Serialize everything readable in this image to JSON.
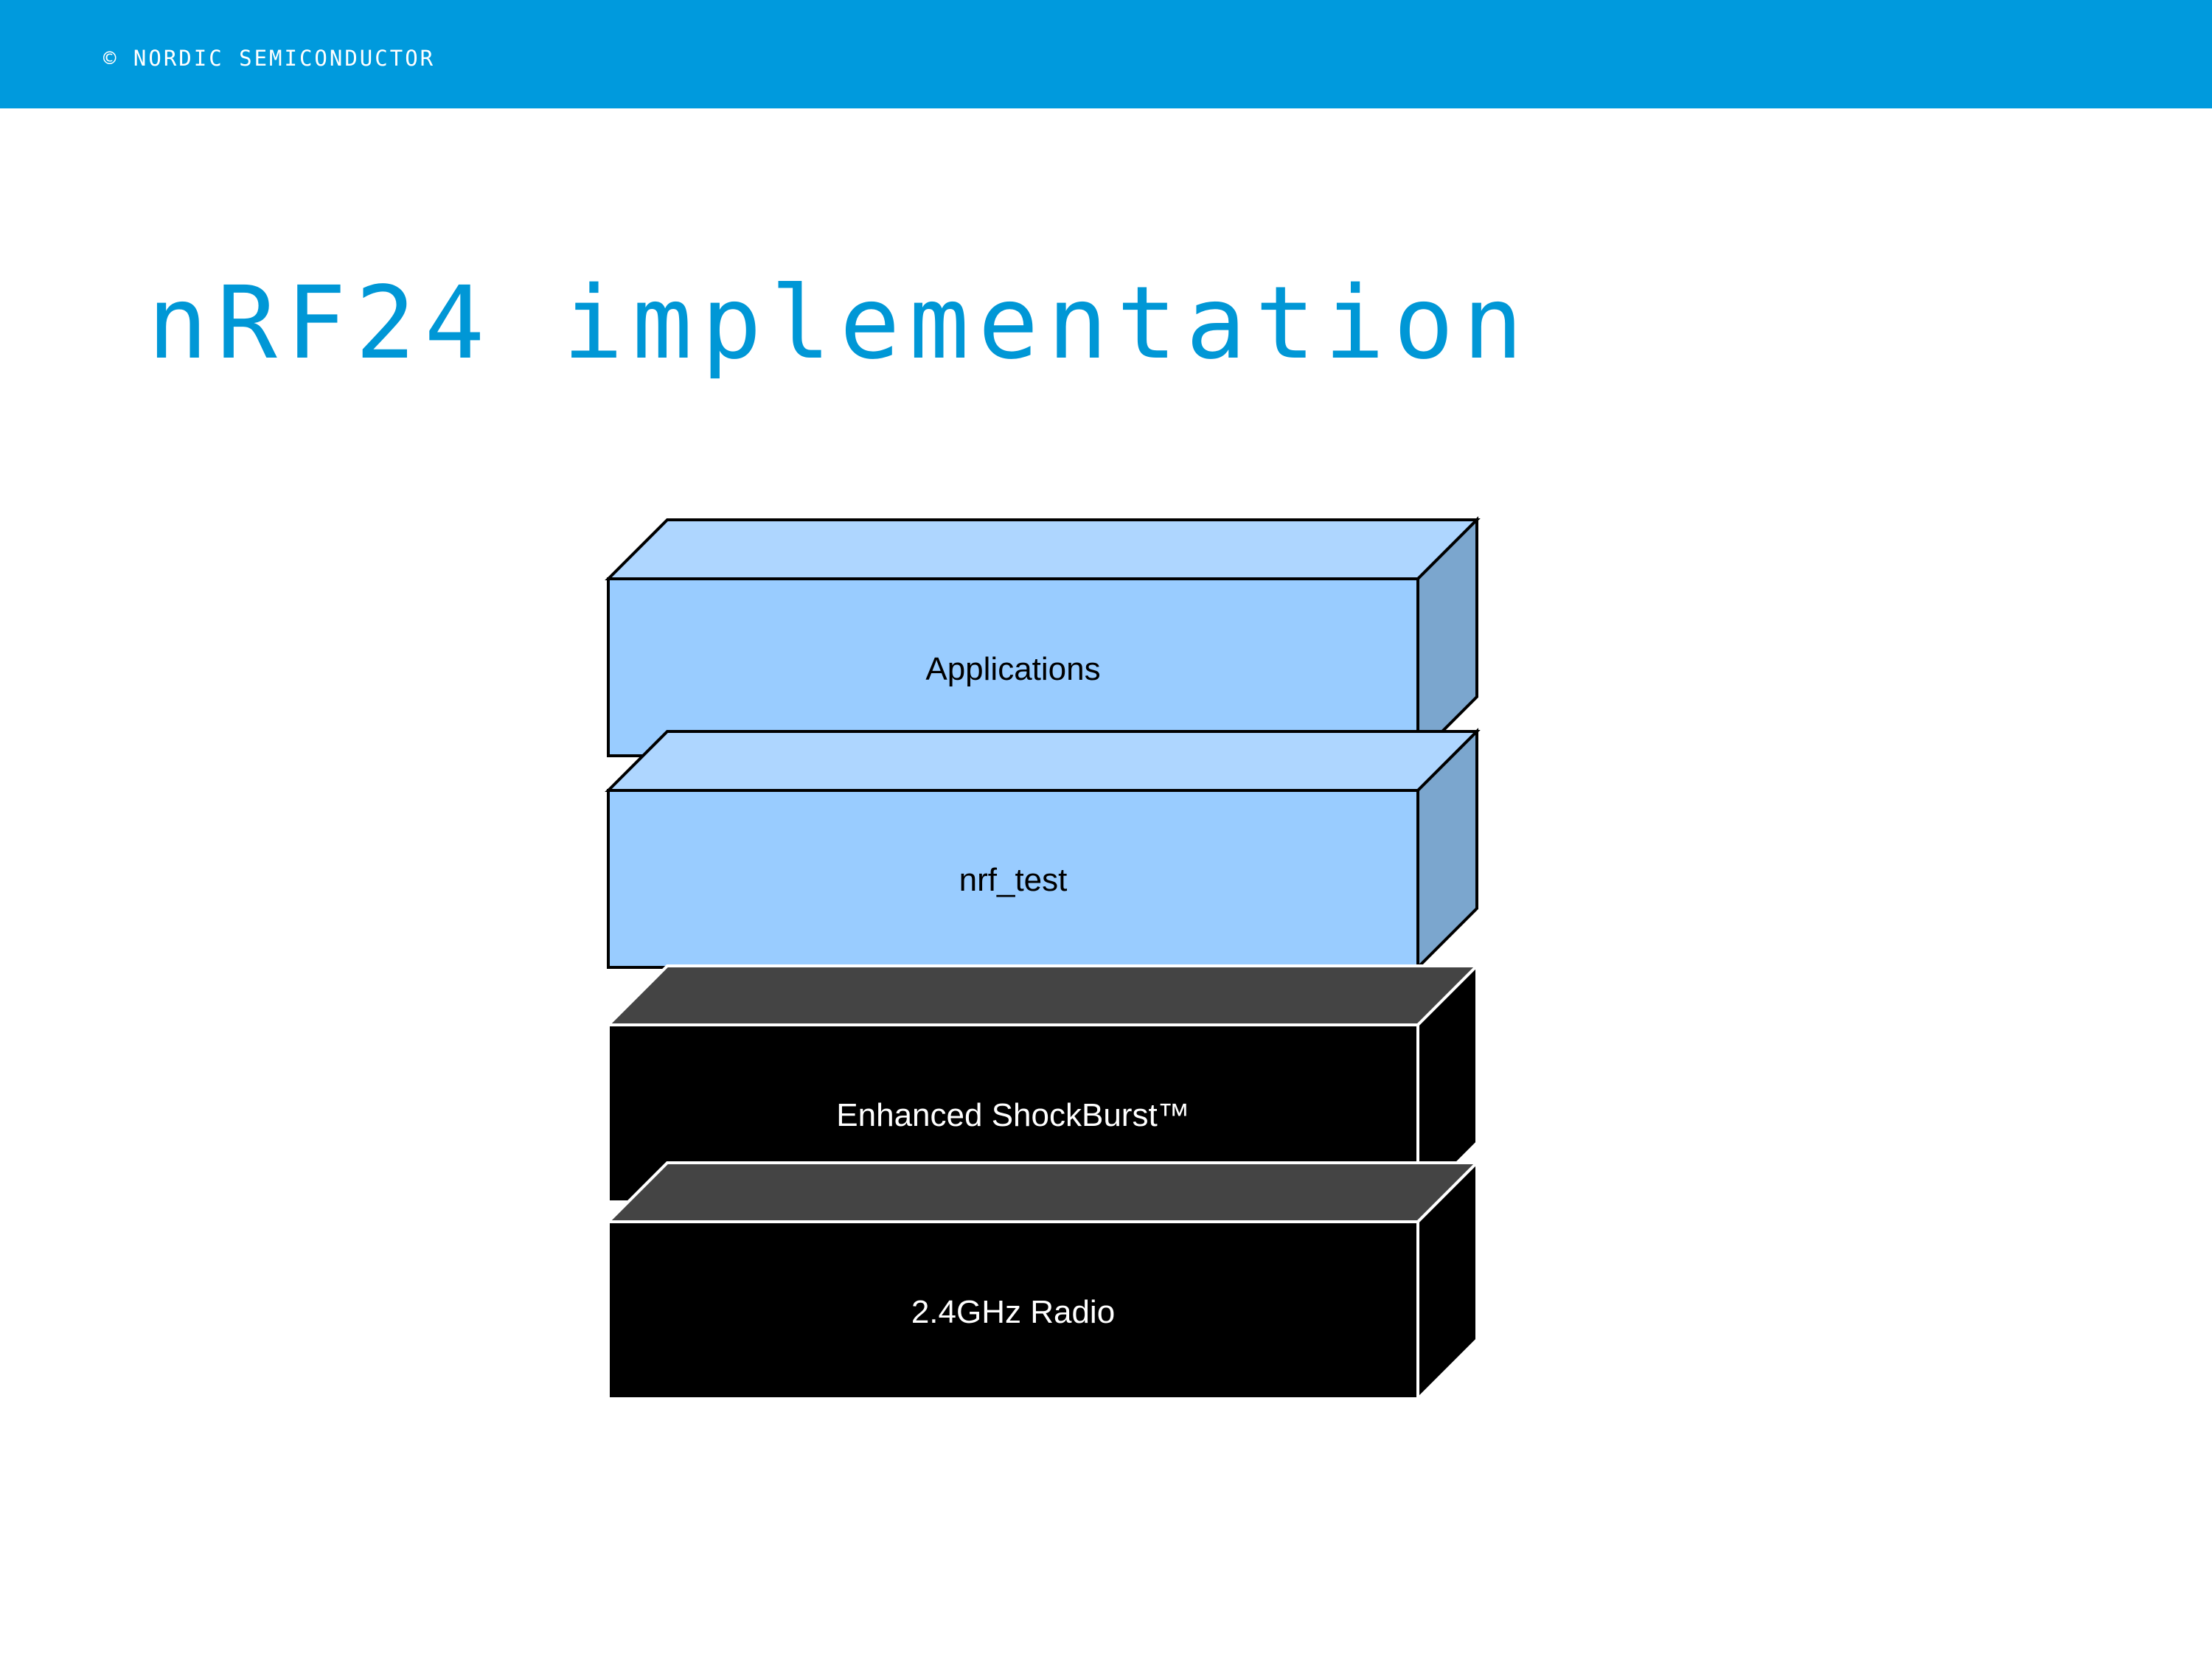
{
  "header": {
    "copyright": "© NORDIC SEMICONDUCTOR",
    "bar_color": "#009ADD"
  },
  "title": "nRF24 implementation",
  "title_color": "#0097D6",
  "stack": {
    "layers": [
      {
        "label": "Applications",
        "front_color": "#99CCFF",
        "top_color": "#AED6FF",
        "side_color": "#7BA6CE",
        "text_color": "#000000"
      },
      {
        "label": "nrf_test",
        "front_color": "#99CCFF",
        "top_color": "#AED6FF",
        "side_color": "#7BA6CE",
        "text_color": "#000000"
      },
      {
        "label": "Enhanced ShockBurst™",
        "front_color": "#000000",
        "top_color": "#444444",
        "side_color": "#000000",
        "text_color": "#FFFFFF"
      },
      {
        "label": "2.4GHz Radio",
        "front_color": "#000000",
        "top_color": "#444444",
        "side_color": "#000000",
        "text_color": "#FFFFFF"
      }
    ]
  }
}
